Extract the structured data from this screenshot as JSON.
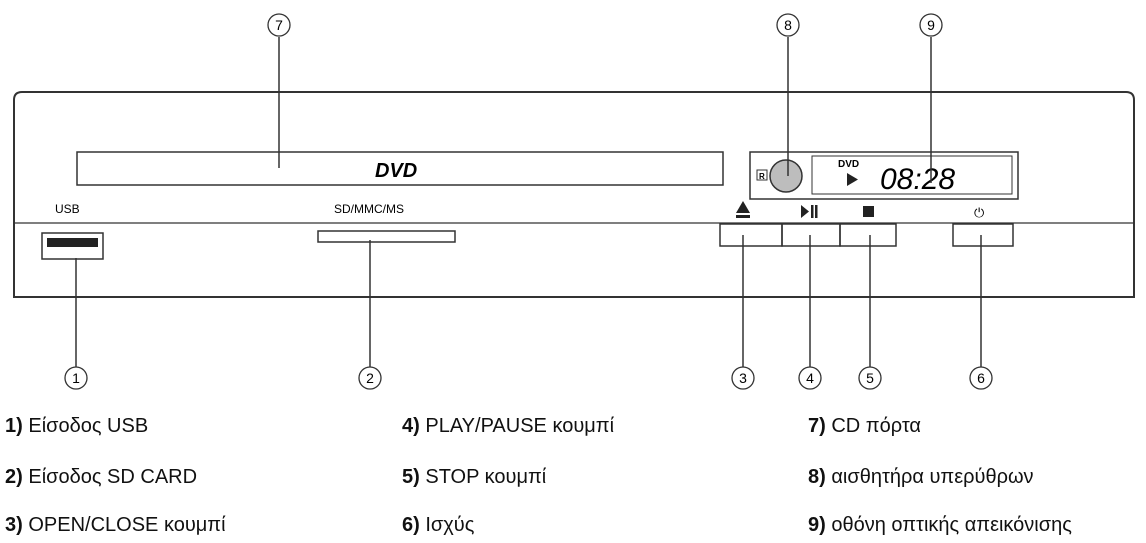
{
  "panel": {
    "disc_logo": "DVD",
    "usb_label": "USB",
    "card_slot_label": "SD/MMC/MS",
    "display_logo": "DVD",
    "display_time": "08:28",
    "power_symbol": "⏻",
    "ir_marker": "R"
  },
  "callouts": [
    "1",
    "2",
    "3",
    "4",
    "5",
    "6",
    "7",
    "8",
    "9"
  ],
  "legend": [
    {
      "num": "1)",
      "text": "Είσοδος USB"
    },
    {
      "num": "2)",
      "text": "Είσοδος SD CARD"
    },
    {
      "num": "3)",
      "text": "OPEN/CLOSE κουμπί"
    },
    {
      "num": "4)",
      "text": "PLAY/PAUSE κουμπί"
    },
    {
      "num": "5)",
      "text": "STOP κουμπί"
    },
    {
      "num": "6)",
      "text": "Ισχύς"
    },
    {
      "num": "7)",
      "text": "CD πόρτα"
    },
    {
      "num": "8)",
      "text": "αισθητήρα υπερύθρων"
    },
    {
      "num": "9)",
      "text": "οθόνη οπτικής απεικόνισης"
    }
  ]
}
